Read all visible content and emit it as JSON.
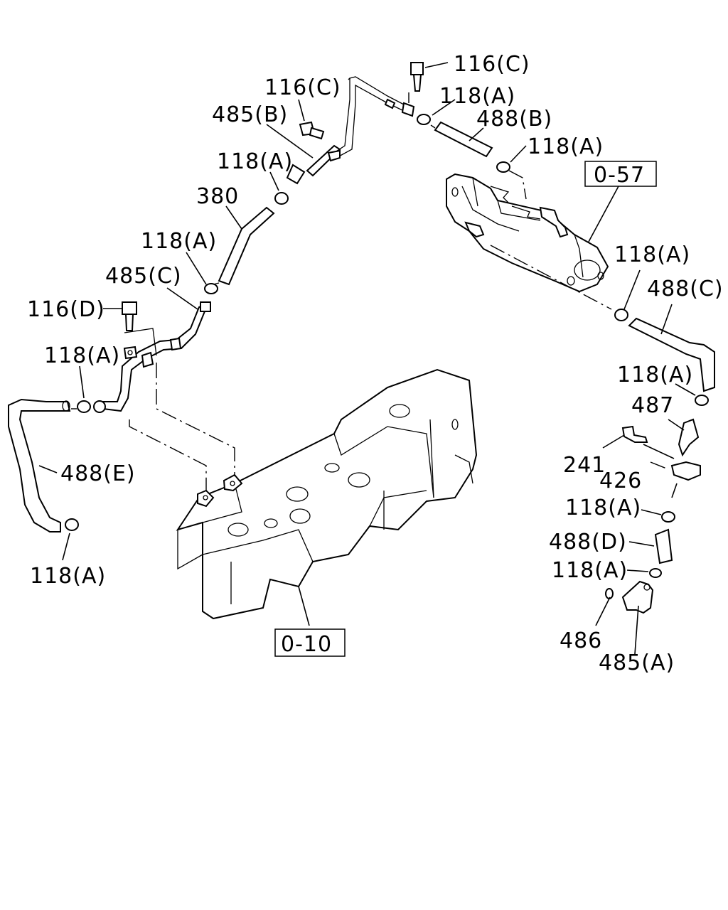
{
  "labels": {
    "l_116c_top": "116(C)",
    "l_116c_mid": "116(C)",
    "l_118a_1": "118(A)",
    "l_485b": "485(B)",
    "l_488b": "488(B)",
    "l_118a_2": "118(A)",
    "l_118a_3": "118(A)",
    "l_380": "380",
    "l_118a_4": "118(A)",
    "l_485c": "485(C)",
    "l_116d": "116(D)",
    "l_118a_5": "118(A)",
    "l_488e": "488(E)",
    "l_118a_6": "118(A)",
    "l_118a_7": "118(A)",
    "l_488c": "488(C)",
    "l_118a_8": "118(A)",
    "l_487": "487",
    "l_241": "241",
    "l_426": "426",
    "l_118a_9": "118(A)",
    "l_488d": "488(D)",
    "l_118a_10": "118(A)",
    "l_486": "486",
    "l_485a": "485(A)"
  },
  "references": {
    "ref_057": "0-57",
    "ref_010": "0-10"
  }
}
